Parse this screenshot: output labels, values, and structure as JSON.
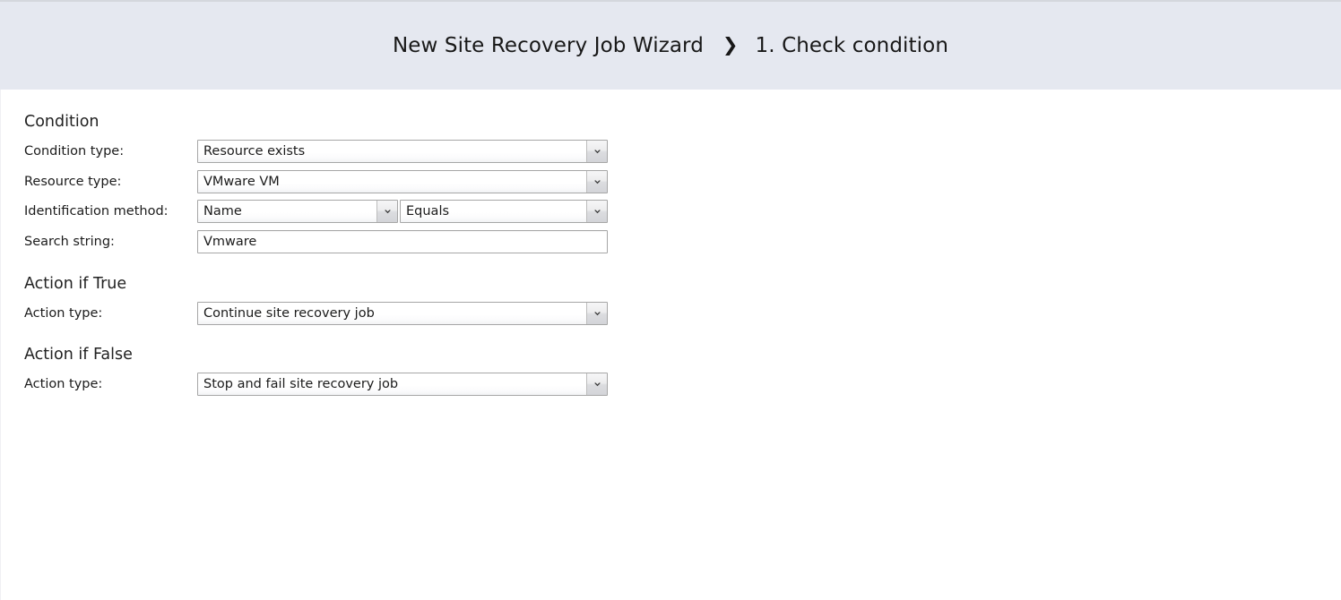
{
  "window": {
    "header": {
      "title": "New Site Recovery Job Wizard",
      "separator_icon": "chevron-right-icon",
      "separator_glyph": "❯",
      "step": "1. Check condition",
      "background_color": "#e5e8f0"
    }
  },
  "sections": [
    {
      "id": "condition",
      "title": "Condition",
      "fields": [
        {
          "id": "condition-type",
          "label": "Condition type:",
          "control": "combobox",
          "value": "Resource exists"
        },
        {
          "id": "resource-type",
          "label": "Resource type:",
          "control": "combobox",
          "value": "VMware VM"
        },
        {
          "id": "identification-method",
          "label": "Identification method:",
          "control": "combobox-pair",
          "value": "Name",
          "value2": "Equals"
        },
        {
          "id": "search-string",
          "label": "Search string:",
          "control": "textinput",
          "value": "Vmware",
          "placeholder": ""
        }
      ]
    },
    {
      "id": "action-if-true",
      "title": "Action if True",
      "fields": [
        {
          "id": "action-type-true",
          "label": "Action type:",
          "control": "combobox",
          "value": "Continue site recovery job"
        }
      ]
    },
    {
      "id": "action-if-false",
      "title": "Action if False",
      "fields": [
        {
          "id": "action-type-false",
          "label": "Action type:",
          "control": "combobox",
          "value": "Stop and fail site recovery job"
        }
      ]
    }
  ],
  "icons": {
    "dropdown": "chevron-down-icon"
  },
  "colors": {
    "header_background": "#e5e8f0",
    "page_background": "#ffffff",
    "text": "#1b1b1b",
    "control_border": "#a6a6a6"
  }
}
